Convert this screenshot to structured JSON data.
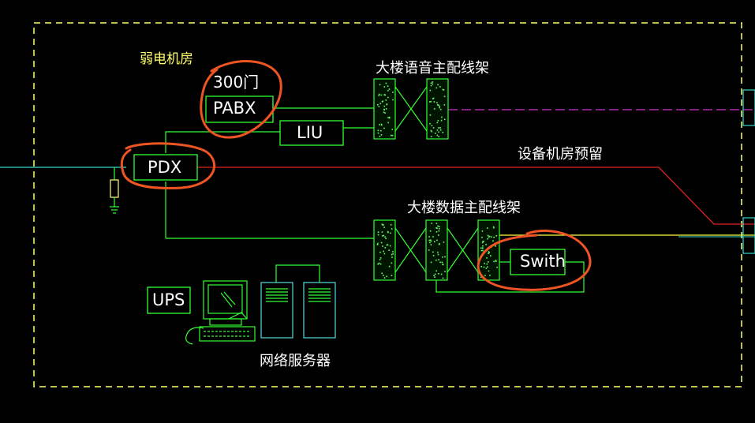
{
  "labels": {
    "room_title": "弱电机房",
    "pabx_capacity": "300门",
    "pabx": "PABX",
    "liu": "LIU",
    "pdx": "PDX",
    "voice_frame_title": "大楼语音主配线架",
    "data_frame_title": "大楼数据主配线架",
    "reserve_label": "设备机房预留",
    "switch": "Swith",
    "ups": "UPS",
    "server_label": "网络服务器"
  },
  "colors": {
    "background": "#000000",
    "equipment_green": "#33ff33",
    "boundary_yellow": "#ffff66",
    "line_magenta": "#cc33cc",
    "line_red": "#dd2222",
    "line_yellow": "#ffff44",
    "line_cyan": "#33ddcc",
    "highlight_orange": "#ee5522",
    "server_cyan": "#55dddd"
  },
  "icons": [
    "ground-icon",
    "computer-icon",
    "server-icon"
  ]
}
